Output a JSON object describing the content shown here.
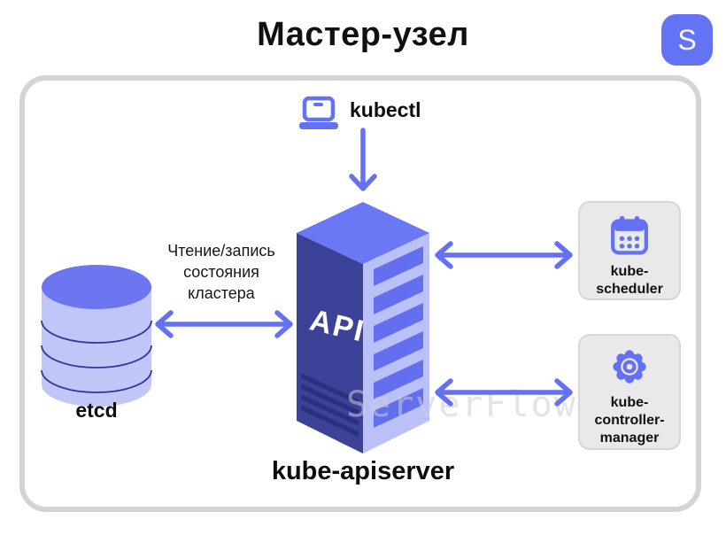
{
  "header": {
    "title": "Мастер-узел",
    "logo_letter": "S"
  },
  "diagram": {
    "kubectl": {
      "label": "kubectl"
    },
    "etcd": {
      "label": "etcd"
    },
    "annotation": {
      "lines": [
        "Чтение/запись",
        "состояния",
        "кластера"
      ]
    },
    "server": {
      "face_label": "API",
      "caption": "kube-apiserver"
    },
    "scheduler": {
      "lines": [
        "kube-",
        "scheduler"
      ]
    },
    "controller": {
      "lines": [
        "kube-",
        "controller-",
        "manager"
      ]
    },
    "watermark": "ServerFlow"
  },
  "colors": {
    "accent": "#6371f2",
    "logo_bg": "#6473f4",
    "server_left_face": "#3d4299",
    "server_top_face": "#6b78f5",
    "server_right_face": "#bac1f8",
    "server_slat": "#6270f0",
    "server_stripe": "#2b2f80",
    "db_body": "#c0c6f8",
    "db_top": "#6b76f0",
    "db_line": "#2e35a0",
    "card_bg": "#e9e9eb",
    "card_border": "#d7d7db",
    "frame_border": "#d4d4d6",
    "watermark_gray": "#e7e8ee",
    "text": "#101010"
  }
}
